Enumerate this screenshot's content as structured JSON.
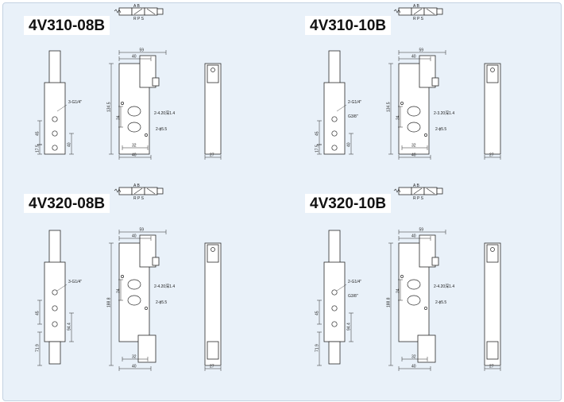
{
  "colors": {
    "background": "#e9f1f9",
    "title_box": "#ffffff",
    "drawing": "#2a2a2a",
    "fill": "#ffffff"
  },
  "models": [
    {
      "id": "4V310-08B",
      "title": "4V310-08B",
      "dims": {
        "width_top": "59",
        "width_inner": "40",
        "height": "134.5",
        "d24": "24",
        "d45": "45",
        "d40": "40",
        "d17_5": "17.5",
        "w32": "32",
        "w40": "40",
        "w27": "27"
      },
      "callouts": {
        "port": "3-G1/4\"",
        "holes": "2-4.20深1.4",
        "mount": "2-ϕ5.5"
      }
    },
    {
      "id": "4V310-10B",
      "title": "4V310-10B",
      "dims": {
        "width_top": "59",
        "width_inner": "40",
        "height": "134.5",
        "d24": "24",
        "d45": "45",
        "d40": "40",
        "d17_5": "17.5",
        "w32": "32",
        "w40": "40",
        "w27": "27"
      },
      "callouts": {
        "port": "2-G1/4\"",
        "port2": "G3/8\"",
        "holes": "2-3.20深1.4",
        "mount": "2-ϕ5.5"
      }
    },
    {
      "id": "4V320-08B",
      "title": "4V320-08B",
      "dims": {
        "width_top": "59",
        "width_inner": "40",
        "height": "188.8",
        "d24": "24",
        "d45": "45",
        "d71_9": "71.9",
        "d94_4": "94.4",
        "w32": "32",
        "w40": "40",
        "w27": "27"
      },
      "callouts": {
        "port": "3-G1/4\"",
        "holes": "2-4.20深1.4",
        "mount": "2-ϕ5.5"
      }
    },
    {
      "id": "4V320-10B",
      "title": "4V320-10B",
      "dims": {
        "width_top": "59",
        "width_inner": "40",
        "height": "188.8",
        "d24": "24",
        "d45": "45",
        "d71_9": "71.9",
        "d94_4": "94.4",
        "w32": "32",
        "w40": "40",
        "w27": "27"
      },
      "callouts": {
        "port": "2-G1/4\"",
        "port2": "G3/8\"",
        "holes": "2-4.20深1.4",
        "mount": "2-ϕ5.5"
      }
    }
  ],
  "symbol": {
    "ports_top": "A  B",
    "ports_bottom": "R P S"
  }
}
